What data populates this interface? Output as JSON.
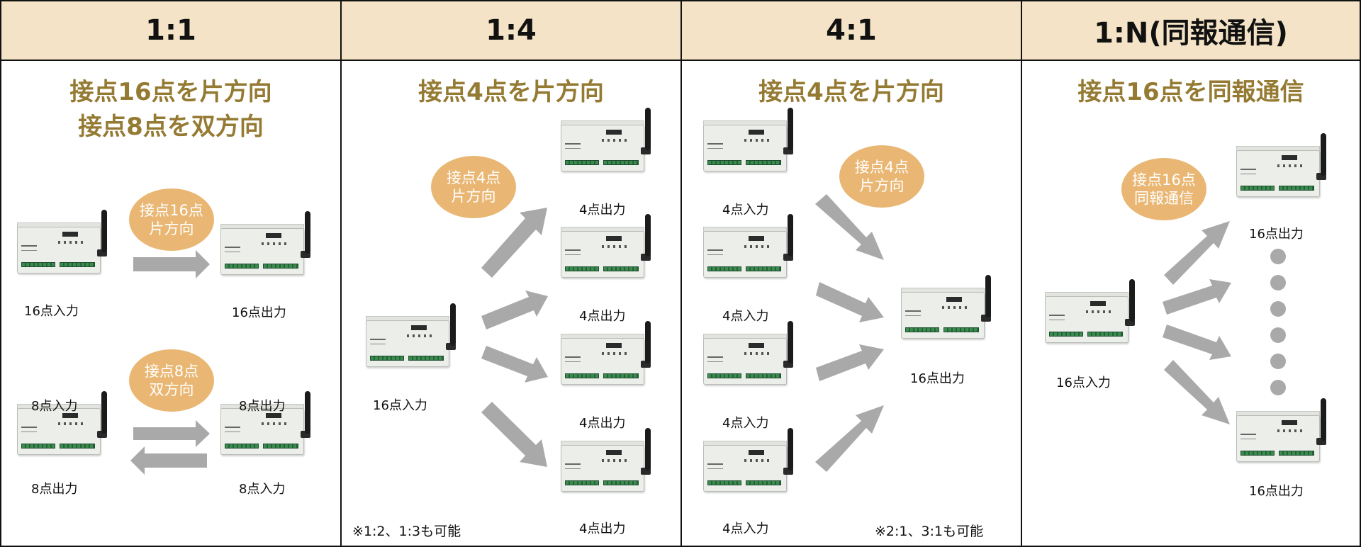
{
  "panels": [
    {
      "ratio": "1:1",
      "heading_lines": [
        "接点16点を片方向",
        "接点8点を双方向"
      ],
      "bubbles": [
        {
          "lines": [
            "接点16点",
            "片方向"
          ]
        },
        {
          "lines": [
            "接点8点",
            "双方向"
          ]
        }
      ],
      "labels": [
        "16点入力",
        "16点出力",
        "8点入力",
        "8点出力",
        "8点出力",
        "8点入力"
      ]
    },
    {
      "ratio": "1:4",
      "heading_lines": [
        "接点4点を片方向"
      ],
      "bubbles": [
        {
          "lines": [
            "接点4点",
            "片方向"
          ]
        }
      ],
      "labels": [
        "4点出力",
        "4点出力",
        "4点出力",
        "4点出力",
        "16点入力"
      ],
      "note": "※1:2、1:3も可能"
    },
    {
      "ratio": "4:1",
      "heading_lines": [
        "接点4点を片方向"
      ],
      "bubbles": [
        {
          "lines": [
            "接点4点",
            "片方向"
          ]
        }
      ],
      "labels": [
        "4点入力",
        "4点入力",
        "4点入力",
        "4点入力",
        "16点出力"
      ],
      "note": "※2:1、3:1も可能"
    },
    {
      "ratio": "1:N(同報通信)",
      "heading_lines": [
        "接点16点を同報通信"
      ],
      "bubbles": [
        {
          "lines": [
            "接点16点",
            "同報通信"
          ]
        }
      ],
      "labels": [
        "16点出力",
        "16点出力",
        "16点入力"
      ]
    }
  ],
  "device_icon": "wireless-io-unit-with-antenna",
  "colors": {
    "header_bg": "#f4e3c6",
    "heading_text": "#947a32",
    "bubble_bg": "#e9b773",
    "arrow": "#a9a9a9"
  }
}
